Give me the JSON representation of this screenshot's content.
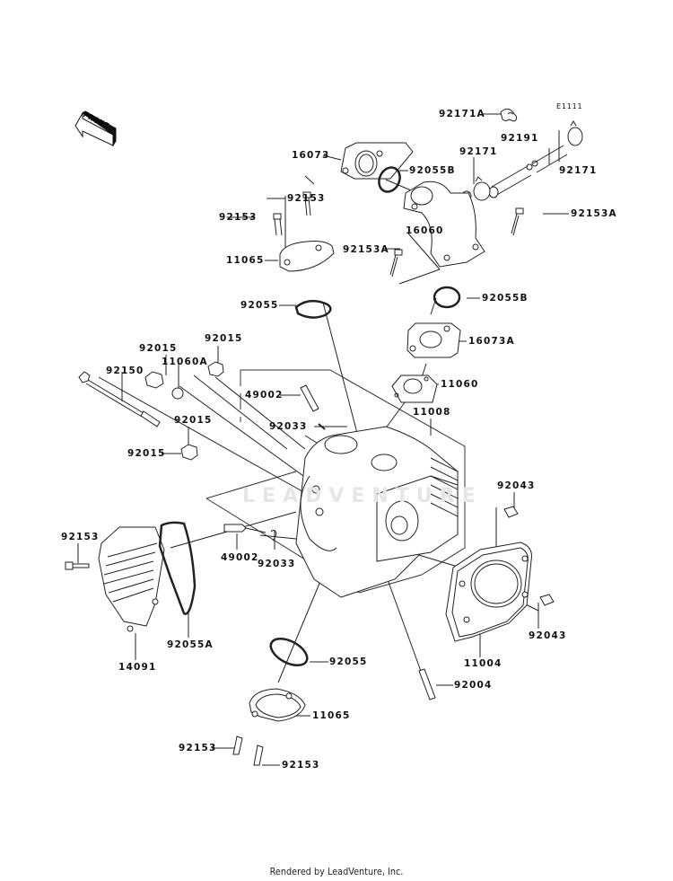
{
  "diagram": {
    "code": "E1111",
    "front_label": "FRONT",
    "watermark": "LEADVENTURE",
    "footer": "Rendered by LeadVenture, Inc.",
    "parts": [
      {
        "id": "p0",
        "label": "92171A"
      },
      {
        "id": "p1",
        "label": "92191"
      },
      {
        "id": "p2",
        "label": "92171"
      },
      {
        "id": "p3",
        "label": "92171"
      },
      {
        "id": "p4",
        "label": "16073"
      },
      {
        "id": "p5",
        "label": "92055B"
      },
      {
        "id": "p6",
        "label": "92153"
      },
      {
        "id": "p7",
        "label": "92153"
      },
      {
        "id": "p8",
        "label": "92153A"
      },
      {
        "id": "p9",
        "label": "16060"
      },
      {
        "id": "p10",
        "label": "11065"
      },
      {
        "id": "p11",
        "label": "92153A"
      },
      {
        "id": "p12",
        "label": "92055"
      },
      {
        "id": "p13",
        "label": "92055B"
      },
      {
        "id": "p14",
        "label": "16073A"
      },
      {
        "id": "p15",
        "label": "92015"
      },
      {
        "id": "p16",
        "label": "92015"
      },
      {
        "id": "p17",
        "label": "11060A"
      },
      {
        "id": "p18",
        "label": "92150"
      },
      {
        "id": "p19",
        "label": "49002"
      },
      {
        "id": "p20",
        "label": "11060"
      },
      {
        "id": "p21",
        "label": "92033"
      },
      {
        "id": "p22",
        "label": "11008"
      },
      {
        "id": "p23",
        "label": "92015"
      },
      {
        "id": "p24",
        "label": "92015"
      },
      {
        "id": "p25",
        "label": "92043"
      },
      {
        "id": "p26",
        "label": "92153"
      },
      {
        "id": "p27",
        "label": "49002"
      },
      {
        "id": "p28",
        "label": "92033"
      },
      {
        "id": "p29",
        "label": "92043"
      },
      {
        "id": "p30",
        "label": "92055A"
      },
      {
        "id": "p31",
        "label": "14091"
      },
      {
        "id": "p32",
        "label": "11004"
      },
      {
        "id": "p33",
        "label": "92055"
      },
      {
        "id": "p34",
        "label": "92004"
      },
      {
        "id": "p35",
        "label": "11065"
      },
      {
        "id": "p36",
        "label": "92153"
      },
      {
        "id": "p37",
        "label": "92153"
      }
    ]
  }
}
